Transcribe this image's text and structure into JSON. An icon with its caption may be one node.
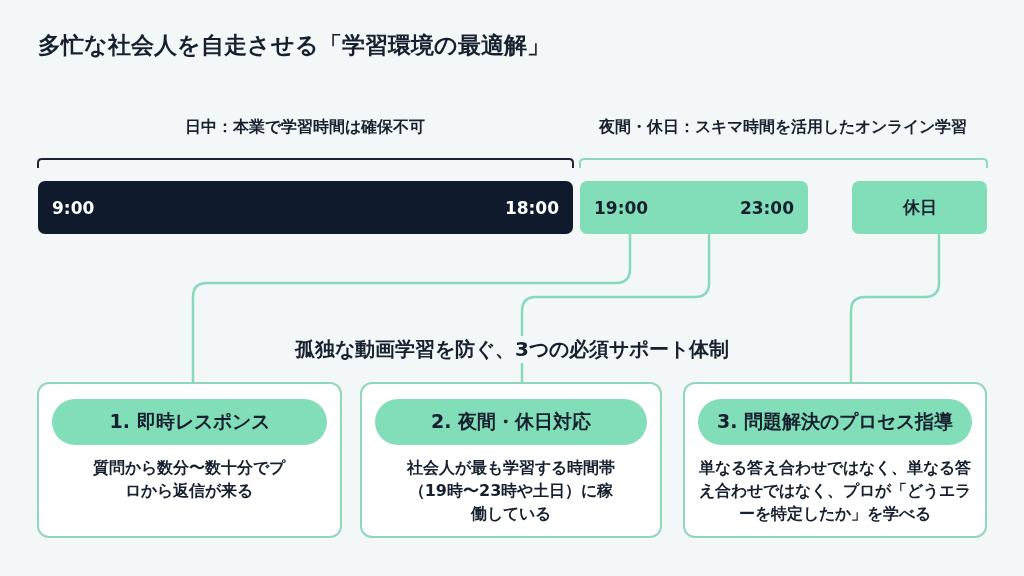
{
  "diagram": {
    "title": "多忙な社会人を自走させる「学習環境の最適解」",
    "nodes": [
      {
        "text": [
          "9:00",
          "18:00"
        ]
      },
      {
        "text": [
          "19:00",
          "23:00"
        ]
      },
      {
        "text": [
          "休日"
        ]
      },
      {
        "text": [
          "質問から数分〜数十分でプロから返信が来る"
        ]
      },
      {
        "text": [
          "1. 即時レスポンス"
        ],
        "in": 3
      },
      {
        "text": [
          "社会人が最も学習する時間帯（19時〜23時や土日）に稼働している"
        ]
      },
      {
        "text": [
          "2. 夜間・休日対応"
        ],
        "in": 5
      },
      {
        "text": [
          "単なる答え合わせではなく、単なる答え合わせではなく、プロが「どうエラーを特定したか」を学べる"
        ]
      },
      {
        "text": [
          "3. 問題解決のプロセス指導"
        ],
        "in": 7
      }
    ],
    "edges": [
      {
        "from": 1,
        "to": 3,
        "arrow": "none"
      },
      {
        "from": 1,
        "to": 5,
        "arrow": "none"
      },
      {
        "from": 2,
        "to": 7,
        "arrow": "none"
      }
    ],
    "labels": [
      "日中：本業で学習時間は確保不可",
      "夜間・休日：スキマ時間を活用したオンライン学習",
      "孤独な動画学習を防ぐ、3つの必須サポート体制"
    ]
  }
}
